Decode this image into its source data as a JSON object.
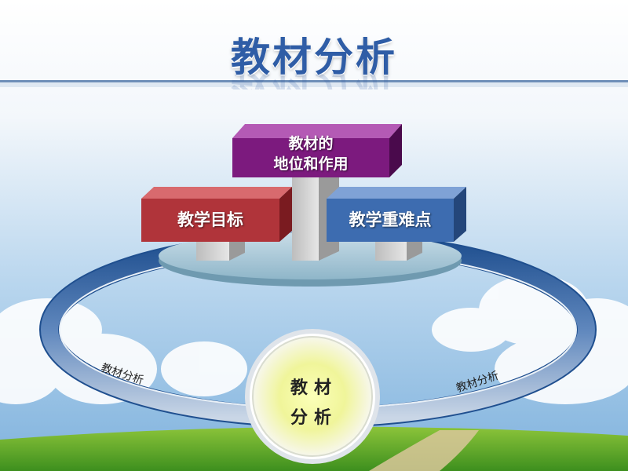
{
  "title": "教材分析",
  "boxes": {
    "top": {
      "line1": "教材的",
      "line2": "地位和作用"
    },
    "left": "教学目标",
    "right": "教学重难点"
  },
  "ring": {
    "left_label": "教材分析",
    "right_label": "教材分析"
  },
  "center": {
    "line1": "教材",
    "line2": "分析"
  },
  "colors": {
    "purple": "#7c1a7e",
    "red": "#b0343a",
    "blue": "#3d6cb0",
    "title": "#2f5da6"
  }
}
